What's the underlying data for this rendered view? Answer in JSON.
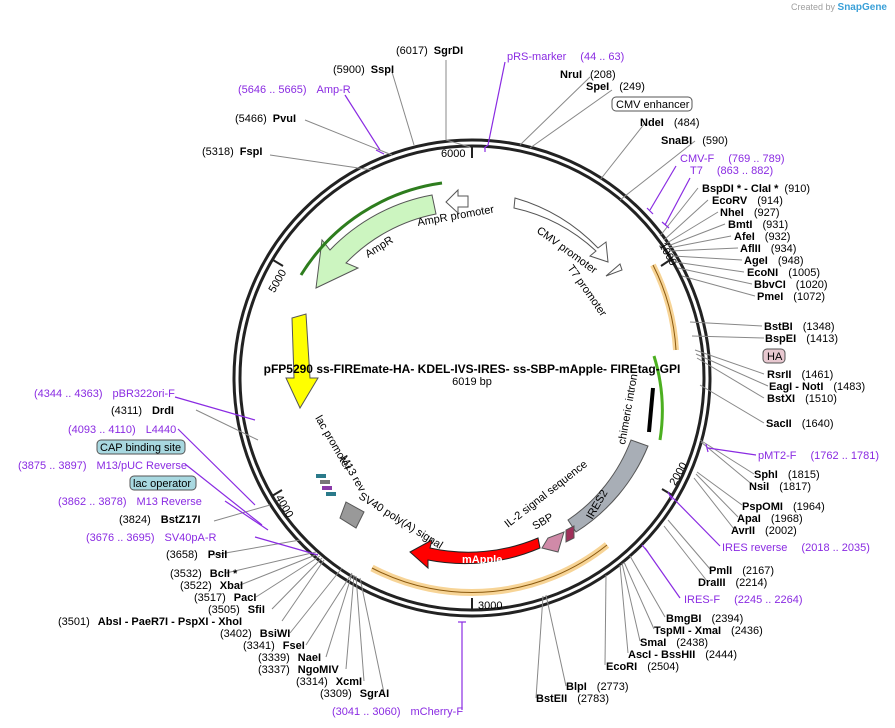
{
  "branding": {
    "created_by": "Created by",
    "product": "SnapGene"
  },
  "plasmid": {
    "name": "pFP5290 ss-FIREmate-HA- KDEL-IVS-IRES- ss-SBP-mApple- FIREtag-GPI",
    "length": "6019 bp"
  },
  "ticks": [
    "6000",
    "1000",
    "2000",
    "3000",
    "4000",
    "5000"
  ],
  "sites": [
    {
      "name": "SgrDI",
      "pos": "(6017)"
    },
    {
      "name": "SspI",
      "pos": "(5900)"
    },
    {
      "name": "PvuI",
      "pos": "(5466)"
    },
    {
      "name": "FspI",
      "pos": "(5318)"
    },
    {
      "name": "NruI",
      "pos": "(208)"
    },
    {
      "name": "SpeI",
      "pos": "(249)"
    },
    {
      "name": "NdeI",
      "pos": "(484)"
    },
    {
      "name": "SnaBI",
      "pos": "(590)"
    },
    {
      "name": "BspDI * - ClaI *",
      "pos": "(910)"
    },
    {
      "name": "EcoRV",
      "pos": "(914)"
    },
    {
      "name": "NheI",
      "pos": "(927)"
    },
    {
      "name": "BmtI",
      "pos": "(931)"
    },
    {
      "name": "AfeI",
      "pos": "(932)"
    },
    {
      "name": "AflII",
      "pos": "(934)"
    },
    {
      "name": "AgeI",
      "pos": "(948)"
    },
    {
      "name": "EcoNI",
      "pos": "(1005)"
    },
    {
      "name": "BbvCI",
      "pos": "(1020)"
    },
    {
      "name": "PmeI",
      "pos": "(1072)"
    },
    {
      "name": "BstBI",
      "pos": "(1348)"
    },
    {
      "name": "BspEI",
      "pos": "(1413)"
    },
    {
      "name": "RsrII",
      "pos": "(1461)"
    },
    {
      "name": "EagI - NotI",
      "pos": "(1483)"
    },
    {
      "name": "BstXI",
      "pos": "(1510)"
    },
    {
      "name": "SacII",
      "pos": "(1640)"
    },
    {
      "name": "SphI",
      "pos": "(1815)"
    },
    {
      "name": "NsiI",
      "pos": "(1817)"
    },
    {
      "name": "PspOMI",
      "pos": "(1964)"
    },
    {
      "name": "ApaI",
      "pos": "(1968)"
    },
    {
      "name": "AvrII",
      "pos": "(2002)"
    },
    {
      "name": "PmlI",
      "pos": "(2167)"
    },
    {
      "name": "DraIII",
      "pos": "(2214)"
    },
    {
      "name": "BmgBI",
      "pos": "(2394)"
    },
    {
      "name": "TspMI - XmaI",
      "pos": "(2436)"
    },
    {
      "name": "SmaI",
      "pos": "(2438)"
    },
    {
      "name": "AscI - BssHII",
      "pos": "(2444)"
    },
    {
      "name": "EcoRI",
      "pos": "(2504)"
    },
    {
      "name": "BlpI",
      "pos": "(2773)"
    },
    {
      "name": "BstEII",
      "pos": "(2783)"
    },
    {
      "name": "DrdI",
      "pos": "(4311)"
    },
    {
      "name": "BstZ17I",
      "pos": "(3824)"
    },
    {
      "name": "PsiI",
      "pos": "(3658)"
    },
    {
      "name": "BclI *",
      "pos": "(3532)"
    },
    {
      "name": "XbaI",
      "pos": "(3522)"
    },
    {
      "name": "PacI",
      "pos": "(3517)"
    },
    {
      "name": "SfiI",
      "pos": "(3505)"
    },
    {
      "name": "AbsI - PaeR7I - PspXI - XhoI",
      "pos": "(3501)"
    },
    {
      "name": "BsiWI",
      "pos": "(3402)"
    },
    {
      "name": "FseI",
      "pos": "(3341)"
    },
    {
      "name": "NaeI",
      "pos": "(3339)"
    },
    {
      "name": "NgoMIV",
      "pos": "(3337)"
    },
    {
      "name": "XcmI",
      "pos": "(3314)"
    },
    {
      "name": "SgrAI",
      "pos": "(3309)"
    }
  ],
  "primers": [
    {
      "name": "pRS-marker",
      "range": "(44 .. 63)"
    },
    {
      "name": "Amp-R",
      "range": "(5646 .. 5665)"
    },
    {
      "name": "CMV-F",
      "range": "(769 .. 789)"
    },
    {
      "name": "T7",
      "range": "(863 .. 882)"
    },
    {
      "name": "pMT2-F",
      "range": "(1762 .. 1781)"
    },
    {
      "name": "IRES reverse",
      "range": "(2018 .. 2035)"
    },
    {
      "name": "IRES-F",
      "range": "(2245 .. 2264)"
    },
    {
      "name": "mCherry-F",
      "range": "(3041 .. 3060)"
    },
    {
      "name": "pBR322ori-F",
      "range": "(4344 .. 4363)"
    },
    {
      "name": "L4440",
      "range": "(4093 .. 4110)"
    },
    {
      "name": "M13/pUC Reverse",
      "range": "(3875 .. 3897)"
    },
    {
      "name": "M13 Reverse",
      "range": "(3862 .. 3878)"
    },
    {
      "name": "SV40pA-R",
      "range": "(3676 .. 3695)"
    }
  ],
  "boxed_features": [
    "CMV enhancer",
    "HA",
    "CAP binding site",
    "lac operator"
  ],
  "features": {
    "ampr": "AmpR",
    "ampr_promoter": "AmpR promoter",
    "cmv_promoter": "CMV promoter",
    "t7_promoter": "T7 promoter",
    "chimeric_intron": "chimeric intron",
    "ires2": "IRES2",
    "il2_signal": "IL-2 signal sequence",
    "sbp": "SBP",
    "mapple": "mApple",
    "sv40": "SV40 poly(A) signal",
    "m13rev": "M13 rev",
    "lac_promoter": "lac promoter"
  },
  "colors": {
    "backbone": "#222222",
    "primer": "#8a2be2",
    "ampr_fill": "#ccf5c0",
    "highlight": "#f0b040",
    "mapple_fill": "#ff0000",
    "ori_fill": "#ffff00",
    "ires_fill": "#a8aeb6",
    "sbp_fill": "#d08aa8"
  }
}
